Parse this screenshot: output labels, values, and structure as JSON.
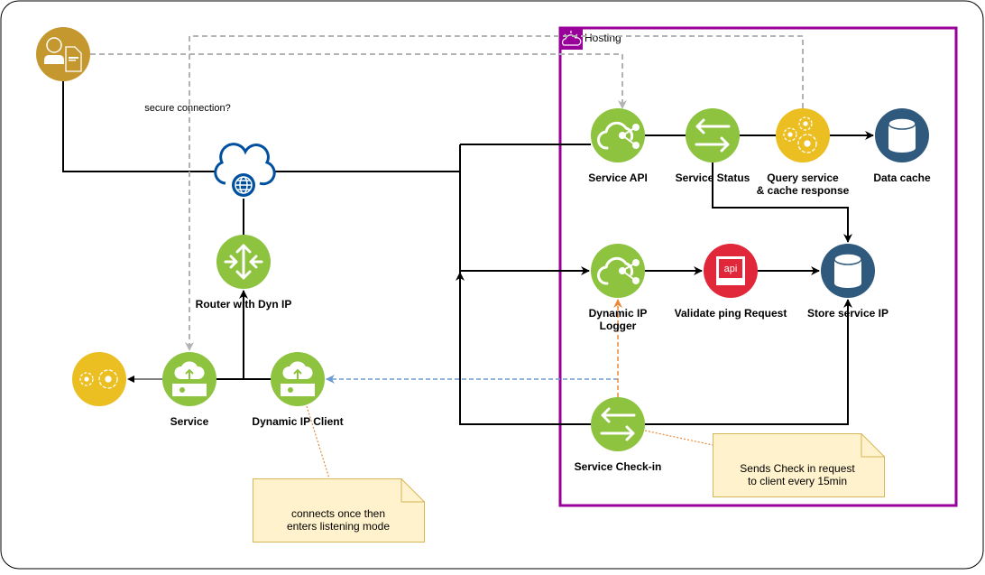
{
  "colors": {
    "green": "#8DC33F",
    "gold": "#C4982F",
    "yellow": "#EBBE22",
    "navy": "#2F5A7E",
    "red": "#E0283A",
    "internet_blue": "#0050A0",
    "hosting_border": "#990099",
    "note_fill": "#FFF2CC",
    "note_border": "#D6B656"
  },
  "hosting": {
    "label": "Hosting",
    "icon": "cloud-icon"
  },
  "edge_labels": {
    "secure": "secure connection?"
  },
  "nodes": {
    "user": {
      "icon": "user-document-icon"
    },
    "internet": {
      "icon": "internet-cloud-icon"
    },
    "router": {
      "label": "Router with Dyn IP",
      "icon": "router-icon"
    },
    "service": {
      "label": "Service",
      "icon": "cloud-upload-icon"
    },
    "service_gears": {
      "icon": "gears-icon"
    },
    "dyn_client": {
      "label": "Dynamic IP Client",
      "icon": "cloud-upload-icon"
    },
    "service_api": {
      "label": "Service API",
      "icon": "cloud-api-icon"
    },
    "service_status": {
      "label": "Service Status",
      "icon": "exchange-arrows-icon"
    },
    "query_service": {
      "label_line1": "Query service",
      "label_line2": "& cache response",
      "icon": "gears-icon"
    },
    "data_cache": {
      "label": "Data cache",
      "icon": "database-icon"
    },
    "dyn_logger": {
      "label_line1": "Dynamic IP",
      "label_line2": "Logger",
      "icon": "cloud-api-icon"
    },
    "validate_ping": {
      "label": "Validate ping Request",
      "icon": "api-icon",
      "badge": "api"
    },
    "store_ip": {
      "label": "Store service IP",
      "icon": "database-icon"
    },
    "check_in": {
      "label": "Service Check-in",
      "icon": "exchange-arrows-icon"
    }
  },
  "notes": {
    "client": {
      "line1": "connects once then",
      "line2": "enters listening mode"
    },
    "checkin": {
      "line1": "Sends Check in request",
      "line2": "to client every 15min"
    }
  }
}
